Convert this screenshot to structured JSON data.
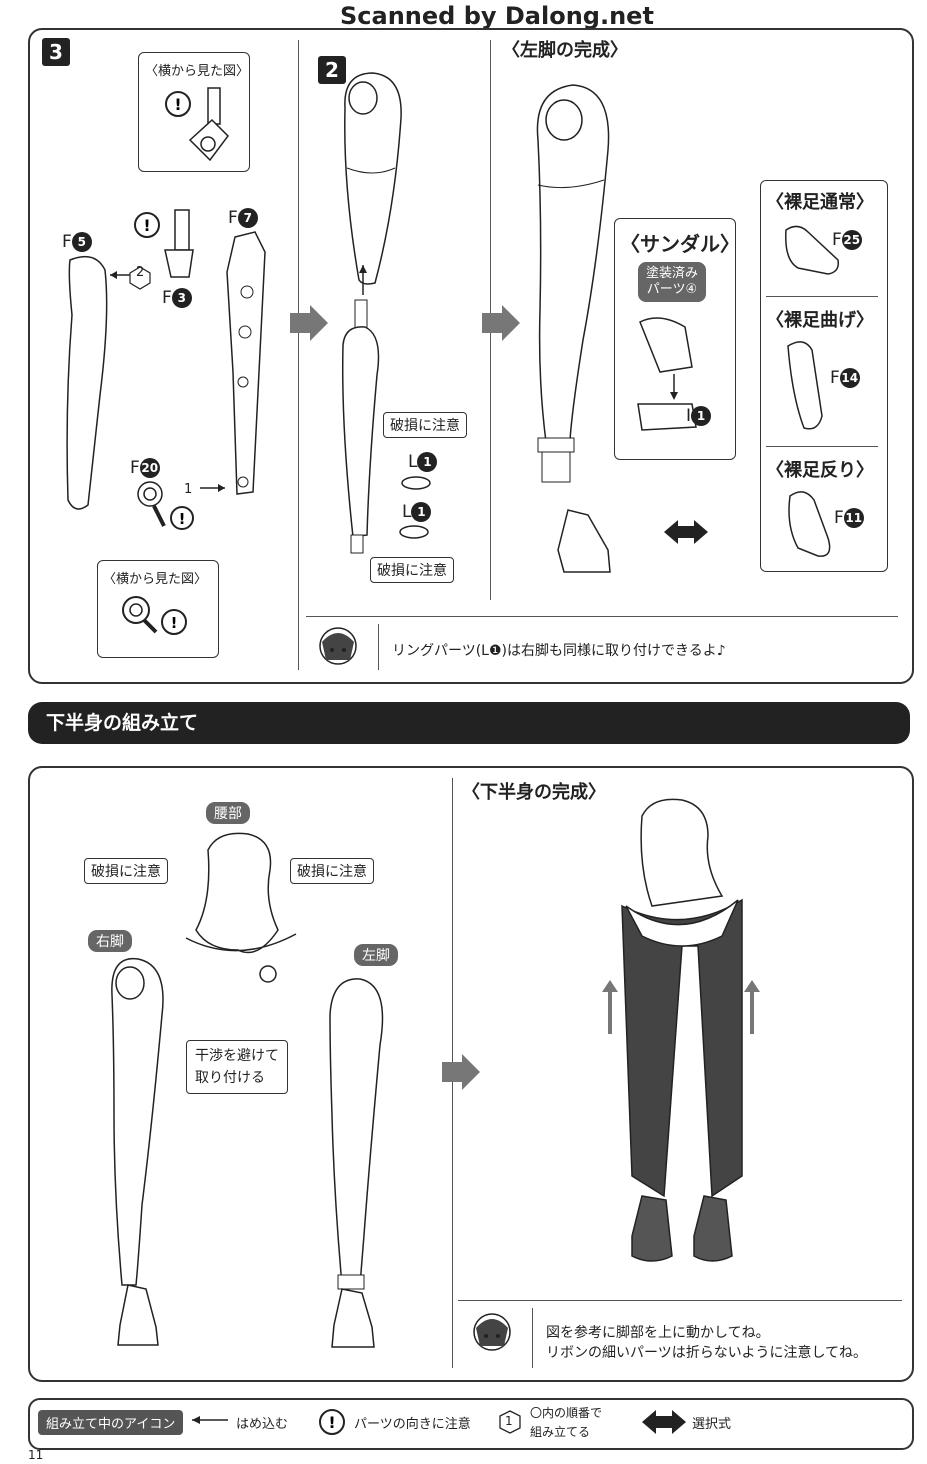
{
  "watermark": "Scanned by Dalong.net",
  "step3": {
    "number": "3",
    "side_view_top": "〈横から見た図〉",
    "side_view_bottom": "〈横から見た図〉",
    "parts": {
      "f5": "F",
      "f5n": "5",
      "f7": "F",
      "f7n": "7",
      "f3": "F",
      "f3n": "3",
      "f20": "F",
      "f20n": "20"
    },
    "order": {
      "one": "1",
      "two": "2"
    }
  },
  "step2": {
    "number": "2",
    "caution_top": "破損に注意",
    "caution_bottom": "破損に注意",
    "ring_top": "L",
    "ring_top_n": "1",
    "ring_bottom": "L",
    "ring_bottom_n": "1"
  },
  "left_leg": {
    "title": "〈左脚の完成〉",
    "sandal_title": "〈サンダル〉",
    "painted_line1": "塗装済み",
    "painted_line2": "パーツ④",
    "sandal_part": "I",
    "sandal_part_n": "1",
    "barefoot_normal": "〈裸足通常〉",
    "barefoot_normal_part": "F",
    "barefoot_normal_n": "25",
    "barefoot_bent": "〈裸足曲げ〉",
    "barefoot_bent_part": "F",
    "barefoot_bent_n": "14",
    "barefoot_arched": "〈裸足反り〉",
    "barefoot_arched_part": "F",
    "barefoot_arched_n": "11",
    "note": "リングパーツ(L❶)は右脚も同様に取り付けできるよ♪"
  },
  "section_bar": "下半身の組み立て",
  "lower": {
    "waist": "腰部",
    "caution_left": "破損に注意",
    "caution_right": "破損に注意",
    "right_leg": "右脚",
    "left_leg": "左脚",
    "avoid_line1": "干渉を避けて",
    "avoid_line2": "取り付ける",
    "complete_title": "〈下半身の完成〉",
    "note_line1": "図を参考に脚部を上に動かしてね。",
    "note_line2": "リボンの細いパーツは折らないように注意してね。"
  },
  "legend": {
    "title": "組み立て中のアイコン",
    "insert": "はめ込む",
    "direction": "パーツの向きに注意",
    "order_num": "1",
    "order_line1": "〇内の順番で",
    "order_line2": "組み立てる",
    "choice": "選択式"
  },
  "page_number": "11"
}
